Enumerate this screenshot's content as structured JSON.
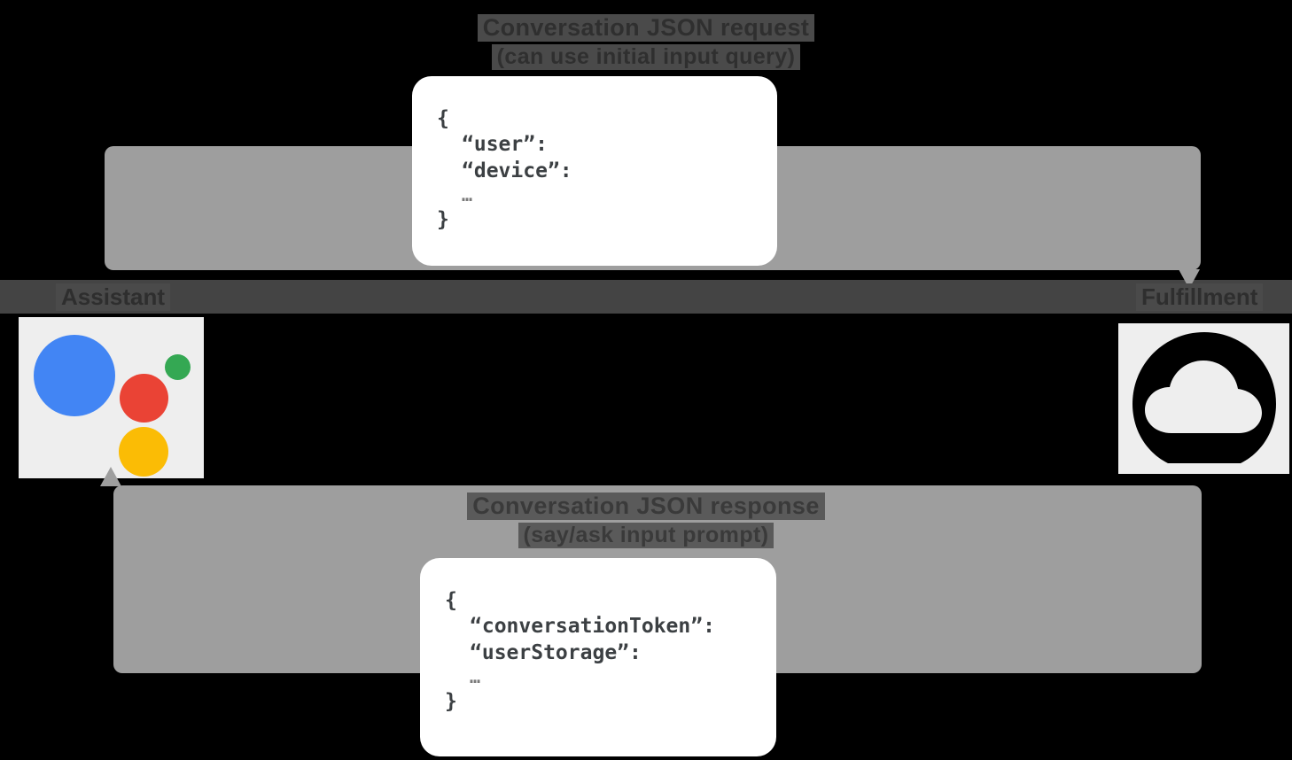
{
  "diagram": {
    "title": "Conversation request and response flow between Assistant and Fulfillment",
    "colors": {
      "background": "#000000",
      "bubble": "#9e9e9e",
      "band": "#444444",
      "card": "#ffffff",
      "tile": "#eeeeee",
      "assistant_blue": "#4285F4",
      "assistant_red": "#EA4335",
      "assistant_yellow": "#FBBC05",
      "assistant_green": "#34A853",
      "cloud_fill": "#000000"
    }
  },
  "request_flow": {
    "caption_line1": "Conversation JSON request",
    "caption_line2": "(can use initial input query)",
    "json": {
      "open_brace": "{",
      "fields": [
        "“user”:",
        "“device”:"
      ],
      "ellipsis": "…",
      "close_brace": "}"
    }
  },
  "response_flow": {
    "caption_line1": "Conversation JSON response",
    "caption_line2": "(say/ask input prompt)",
    "json": {
      "open_brace": "{",
      "fields": [
        "“conversationToken”:",
        "“userStorage”:"
      ],
      "ellipsis": "…",
      "close_brace": "}"
    }
  },
  "endpoints": [
    {
      "id": "assistant",
      "label": "Assistant",
      "icon": "google-assistant-icon"
    },
    {
      "id": "fulfillment",
      "label": "Fulfillment",
      "icon": "cloud-icon"
    }
  ]
}
